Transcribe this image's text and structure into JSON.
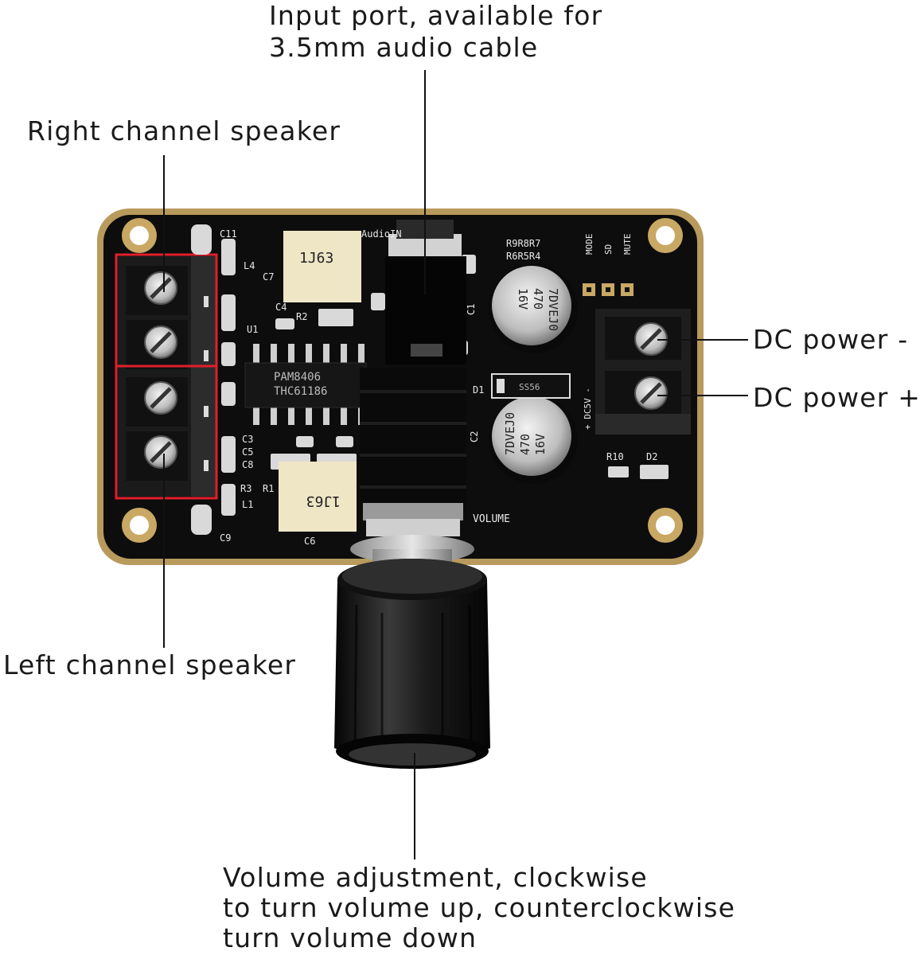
{
  "labels": {
    "input_port": [
      "Input port, available for",
      "3.5mm audio cable"
    ],
    "right_channel": "Right channel speaker",
    "left_channel": "Left channel speaker",
    "dc_minus": "DC power -",
    "dc_plus": "DC power +",
    "volume": [
      "Volume adjustment, clockwise",
      "to turn volume up, counterclockwise",
      "turn volume down"
    ]
  },
  "board": {
    "chip": [
      "PAM8406",
      "THC61186"
    ],
    "film_caps": {
      "top": "1J63",
      "bottom": "1J63"
    },
    "electrolytic_caps": [
      "7DVEJ0",
      "470",
      "16V"
    ],
    "silkscreen": {
      "c11": "C11",
      "l4": "L4",
      "c7": "C7",
      "c4": "C4",
      "r2": "R2",
      "u1": "U1",
      "c3": "C3",
      "c5": "C5",
      "c8": "C8",
      "r3": "R3",
      "r1": "R1",
      "l1": "L1",
      "c9": "C9",
      "c6": "C6",
      "c1": "C1",
      "c2": "C2",
      "d1": "D1",
      "r10": "R10",
      "d2": "D2",
      "volume": "VOLUME",
      "resistors_top": "R9R8R7",
      "resistors_bottom": "R6R5R4",
      "mode": "MODE",
      "sd": "SD",
      "mute": "MUTE",
      "dc5v": "+ DC5V -",
      "audio_in": "AudioIN",
      "diode_code": "SS56"
    }
  },
  "colors": {
    "board": "#0d0d0d",
    "rim": "#b89a5c",
    "highlight": "#e0202a",
    "text": "#1a1a1a"
  }
}
